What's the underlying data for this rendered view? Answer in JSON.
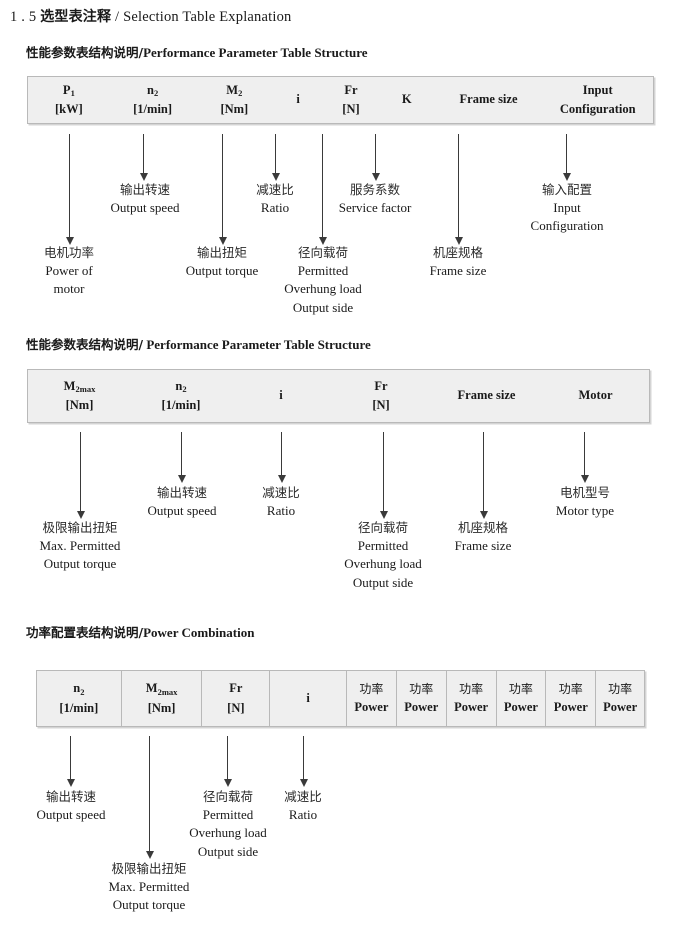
{
  "doc": {
    "title_number": "1 . 5",
    "title_cn": "选型表注释",
    "title_sep": "/",
    "title_en": "Selection Table Explanation"
  },
  "sections": [
    {
      "heading_cn": "性能参数表结构说明",
      "heading_sep": "/",
      "heading_en": "Performance Parameter Table Structure",
      "table": {
        "columns": [
          {
            "symbol": "P",
            "sub": "1",
            "unit": "[kW]"
          },
          {
            "symbol": "n",
            "sub": "2",
            "unit": "[1/min]"
          },
          {
            "symbol": "M",
            "sub": "2",
            "unit": "[Nm]"
          },
          {
            "symbol": "i",
            "sub": "",
            "unit": ""
          },
          {
            "symbol": "Fr",
            "sub": "",
            "unit": "[N]"
          },
          {
            "symbol": "K",
            "sub": "",
            "unit": ""
          },
          {
            "symbol": "Frame size",
            "sub": "",
            "unit": ""
          },
          {
            "symbol": "Input",
            "sub": "",
            "unit": "Configuration"
          }
        ]
      },
      "notes": [
        {
          "cn": "电机功率",
          "en": [
            "Power of",
            "motor"
          ]
        },
        {
          "cn": "输出转速",
          "en": [
            "Output speed"
          ]
        },
        {
          "cn": "输出扭矩",
          "en": [
            "Output torque"
          ]
        },
        {
          "cn": "减速比",
          "en": [
            "Ratio"
          ]
        },
        {
          "cn": "径向载荷",
          "en": [
            "Permitted",
            "Overhung load",
            "Output side"
          ]
        },
        {
          "cn": "服务系数",
          "en": [
            "Service factor"
          ]
        },
        {
          "cn": "机座规格",
          "en": [
            "Frame size"
          ]
        },
        {
          "cn": "输入配置",
          "en": [
            "Input",
            "Configuration"
          ]
        }
      ]
    },
    {
      "heading_cn": "性能参数表结构说明",
      "heading_sep": "/",
      "heading_en": "Performance Parameter Table Structure",
      "table": {
        "columns": [
          {
            "symbol": "M",
            "sub": "2max",
            "unit": "[Nm]"
          },
          {
            "symbol": "n",
            "sub": "2",
            "unit": "[1/min]"
          },
          {
            "symbol": "i",
            "sub": "",
            "unit": ""
          },
          {
            "symbol": "Fr",
            "sub": "",
            "unit": "[N]"
          },
          {
            "symbol": "Frame size",
            "sub": "",
            "unit": ""
          },
          {
            "symbol": "Motor",
            "sub": "",
            "unit": ""
          }
        ]
      },
      "notes": [
        {
          "cn": "极限输出扭矩",
          "en": [
            "Max. Permitted",
            "Output  torque"
          ]
        },
        {
          "cn": "输出转速",
          "en": [
            "Output speed"
          ]
        },
        {
          "cn": "减速比",
          "en": [
            "Ratio"
          ]
        },
        {
          "cn": "径向载荷",
          "en": [
            "Permitted",
            "Overhung load",
            "Output side"
          ]
        },
        {
          "cn": "机座规格",
          "en": [
            "Frame size"
          ]
        },
        {
          "cn": "电机型号",
          "en": [
            "Motor type"
          ]
        }
      ]
    },
    {
      "heading_cn": "功率配置表结构说明",
      "heading_sep": "/",
      "heading_en": "Power Combination",
      "table": {
        "columns": [
          {
            "symbol": "n",
            "sub": "2",
            "unit": "[1/min]"
          },
          {
            "symbol": "M",
            "sub": "2max",
            "unit": "[Nm]"
          },
          {
            "symbol": "Fr",
            "sub": "",
            "unit": "[N]"
          },
          {
            "symbol": "i",
            "sub": "",
            "unit": ""
          },
          {
            "cn": "功率",
            "unit": "Power"
          },
          {
            "cn": "功率",
            "unit": "Power"
          },
          {
            "cn": "功率",
            "unit": "Power"
          },
          {
            "cn": "功率",
            "unit": "Power"
          },
          {
            "cn": "功率",
            "unit": "Power"
          },
          {
            "cn": "功率",
            "unit": "Power"
          }
        ]
      },
      "notes": [
        {
          "cn": "输出转速",
          "en": [
            "Output speed"
          ]
        },
        {
          "cn": "极限输出扭矩",
          "en": [
            "Max. Permitted",
            "Output  torque"
          ]
        },
        {
          "cn": "径向载荷",
          "en": [
            "Permitted",
            "Overhung load",
            "Output side"
          ]
        },
        {
          "cn": "减速比",
          "en": [
            "Ratio"
          ]
        }
      ]
    }
  ]
}
